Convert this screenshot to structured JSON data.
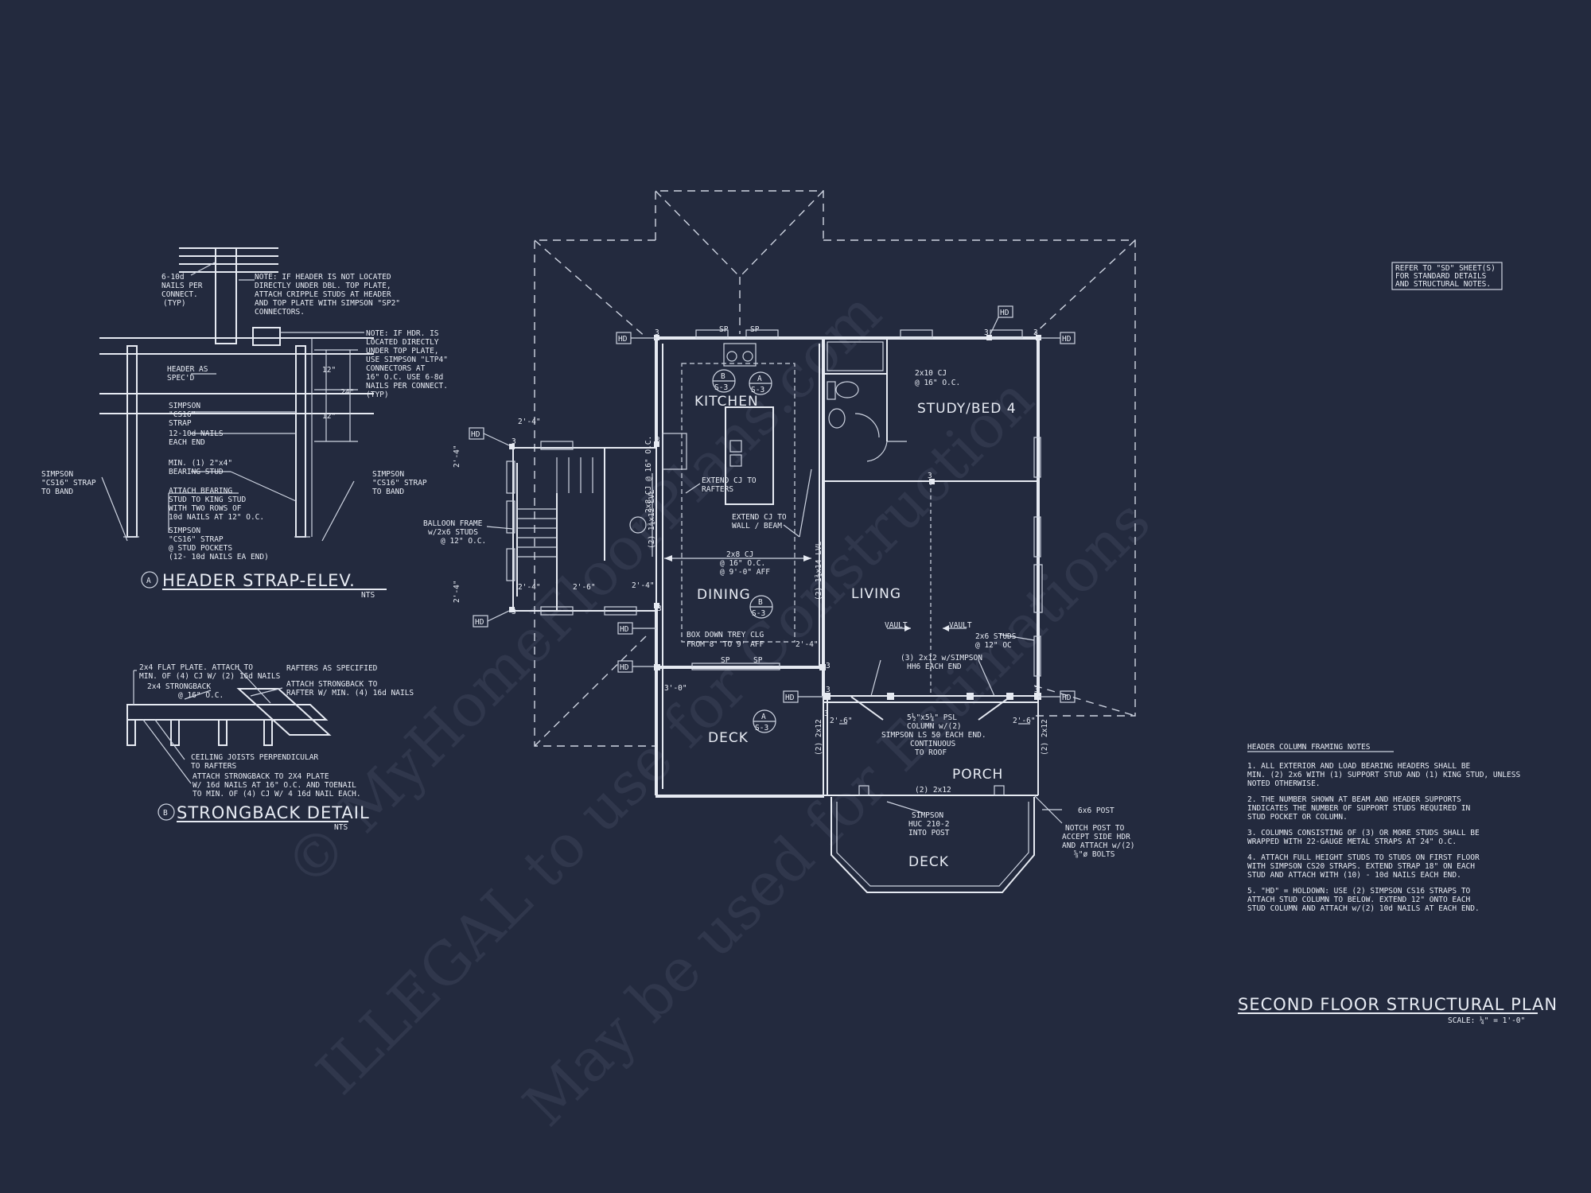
{
  "watermark": [
    "© MyHomeFloorPlans.com",
    "ILLEGAL to use for Construction",
    "May be used for Estimations"
  ],
  "sheet_note": [
    "REFER TO \"SD\" SHEET(S)",
    "FOR STANDARD DETAILS",
    "AND STRUCTURAL NOTES."
  ],
  "plan_title": "SECOND FLOOR STRUCTURAL PLAN",
  "plan_scale": "SCALE: ¼\" = 1'-0\"",
  "rooms": {
    "kitchen": "KITCHEN",
    "study": "STUDY/BED 4",
    "dining": "DINING",
    "living": "LIVING",
    "deck_left": "DECK",
    "porch": "PORCH",
    "deck_bottom": "DECK"
  },
  "labels": {
    "sp": "SP",
    "hd": "HD",
    "three": "3",
    "b": "B",
    "a": "A",
    "s3": "S-3",
    "cj_2x10": [
      "2x10 CJ",
      "@ 16\" O.C."
    ],
    "extend_cj_rafters": [
      "EXTEND CJ TO",
      "RAFTERS"
    ],
    "extend_cj_wall": [
      "EXTEND CJ TO",
      "WALL / BEAM"
    ],
    "cj_2x8": [
      "2x8 CJ",
      "@ 16\" O.C.",
      "@ 9'-0\" AFF"
    ],
    "box_down": [
      "BOX DOWN TREY CLG",
      "FROM 8' TO 9' AFF"
    ],
    "balloon": [
      "BALLOON FRAME",
      "w/2x6 STUDS",
      "@ 12\" O.C."
    ],
    "vault": "VAULT",
    "studs_2x6": [
      "2x6 STUDS",
      "@ 12\" OC"
    ],
    "simpson_hh": [
      "(3) 2x12 w/SIMPSON",
      "HH6 EACH END"
    ],
    "psl": [
      "5½\"x5¼\" PSL",
      "COLUMN w/(2)",
      "SIMPSON LS 50 EACH END.",
      "CONTINUOUS",
      "TO ROOF"
    ],
    "simpson_huc": [
      "SIMPSON",
      "HUC 210-2",
      "INTO POST"
    ],
    "post_6x6": "6x6 POST",
    "notch": [
      "NOTCH POST TO",
      "ACCEPT SIDE HDR",
      "AND ATTACH w/(2)",
      "⅝\"ø BOLTS"
    ],
    "lvl_14": "(2) 1¾x14 LVL",
    "lvl_12": "(2) 1¾x12 LVL",
    "dim_2x12": "(2) 2x12",
    "dim_2x8": "2x8 CJ @ 16\" O.C.",
    "dim_2_4": "2'-4\"",
    "dim_2_6": "2'-6\"",
    "dim_3_0": "3'-0\""
  },
  "detail_a": {
    "title": "HEADER STRAP-ELEV.",
    "tag": "A",
    "nts": "NTS",
    "note_nails": [
      "6-10d",
      "NAILS PER",
      "CONNECT.",
      "(TYP)"
    ],
    "note_1": [
      "NOTE: IF HEADER IS NOT LOCATED",
      "DIRECTLY UNDER DBL. TOP PLATE,",
      "ATTACH CRIPPLE STUDS AT HEADER",
      "AND TOP PLATE WITH SIMPSON \"SP2\"",
      "CONNECTORS."
    ],
    "note_2": [
      "NOTE: IF HDR. IS",
      "LOCATED DIRECTLY",
      "UNDER TOP PLATE,",
      "USE SIMPSON \"LTP4\"",
      "CONNECTORS AT",
      "16\" O.C.  USE 6-8d",
      "NAILS PER CONNECT.",
      "(TYP)"
    ],
    "header_spec": [
      "HEADER AS",
      "SPEC'D"
    ],
    "simpson_cs16": [
      "SIMPSON",
      "\"CS16\"",
      "STRAP"
    ],
    "nails_12_10d": [
      "12-10d NAILS",
      "EACH END"
    ],
    "min_stud": [
      "MIN. (1) 2\"x4\"",
      "BEARING STUD"
    ],
    "attach_bearing": [
      "ATTACH BEARING",
      "STUD TO KING STUD",
      "WITH TWO ROWS OF",
      "10d NAILS AT 12\" O.C."
    ],
    "strap_pockets": [
      "SIMPSON",
      "\"CS16\" STRAP",
      "@ STUD POCKETS",
      "(12- 10d NAILS EA END)"
    ],
    "strap_band_l": [
      "SIMPSON",
      "\"CS16\" STRAP",
      "TO BAND"
    ],
    "strap_band_r": [
      "SIMPSON",
      "\"CS16\" STRAP",
      "TO BAND"
    ],
    "dim_12": "12\"",
    "dim_24": "24\""
  },
  "detail_b": {
    "title": "STRONGBACK DETAIL",
    "tag": "B",
    "nts": "NTS",
    "flat_plate": [
      "2x4 FLAT PLATE. ATTACH TO",
      "MIN. OF (4) CJ W/ (2) 16d NAILS"
    ],
    "strongback": [
      "2x4 STRONGBACK",
      "@ 16\" O.C."
    ],
    "rafters": "RAFTERS AS SPECIFIED",
    "attach_rafter": [
      "ATTACH STRONGBACK TO",
      "RAFTER W/ MIN. (4) 16d NAILS"
    ],
    "ceiling_joists": [
      "CEILING JOISTS PERPENDICULAR",
      "TO RAFTERS"
    ],
    "attach_plate": [
      "ATTACH STRONGBACK TO 2X4 PLATE",
      "W/ 16d NAILS AT 16\" O.C. AND TOENAIL",
      "TO MIN. OF (4) CJ W/ 4 16d NAIL EACH."
    ]
  },
  "notes": {
    "title": "HEADER COLUMN FRAMING NOTES",
    "items": [
      [
        "1. ALL EXTERIOR AND LOAD BEARING HEADERS SHALL BE",
        "MIN. (2) 2x6 WITH (1) SUPPORT STUD AND (1) KING STUD, UNLESS",
        "NOTED OTHERWISE."
      ],
      [
        "2. THE NUMBER SHOWN AT BEAM AND HEADER SUPPORTS",
        "INDICATES THE NUMBER OF SUPPORT STUDS REQUIRED IN",
        "STUD POCKET OR COLUMN."
      ],
      [
        "3. COLUMNS CONSISTING OF (3) OR MORE STUDS SHALL BE",
        "WRAPPED WITH 22-GAUGE METAL STRAPS AT 24\" O.C."
      ],
      [
        "4. ATTACH FULL HEIGHT STUDS TO STUDS ON FIRST FLOOR",
        "WITH SIMPSON CS20 STRAPS. EXTEND STRAP 18\" ON EACH",
        "STUD AND ATTACH WITH (10) - 10d NAILS EACH END."
      ],
      [
        "5. \"HD\" = HOLDOWN: USE (2) SIMPSON CS16 STRAPS TO",
        "ATTACH STUD COLUMN TO BELOW. EXTEND 12\" ONTO EACH",
        "STUD COLUMN AND ATTACH w/(2) 10d NAILS AT EACH END."
      ]
    ]
  }
}
